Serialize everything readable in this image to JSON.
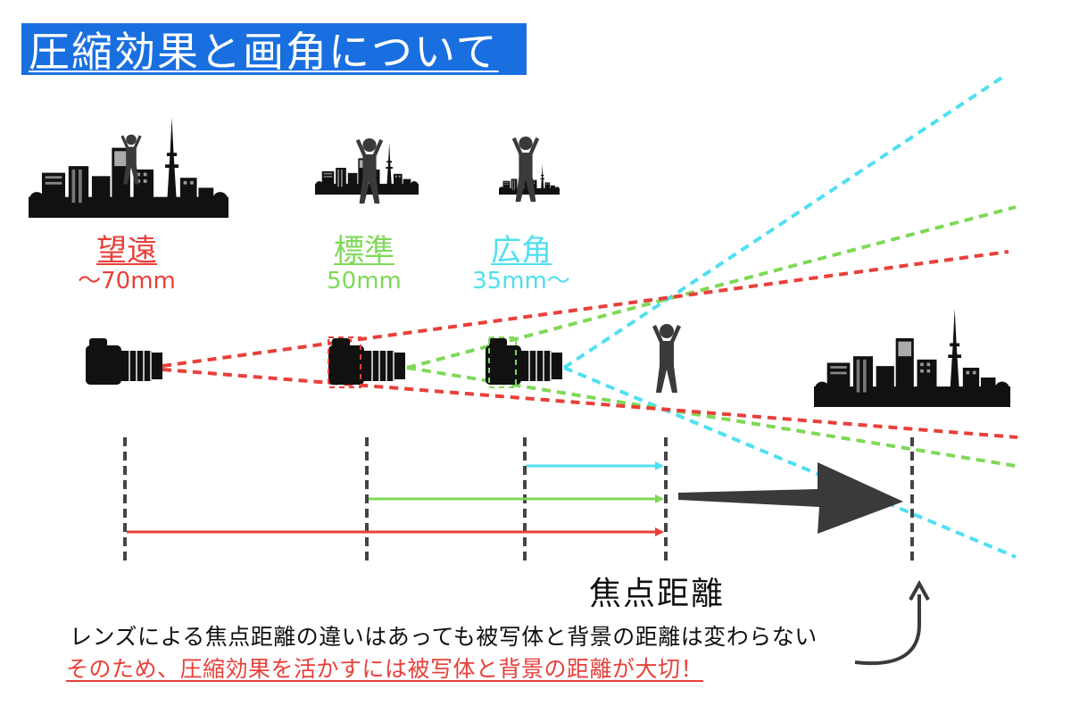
{
  "title": "圧縮効果と画角について",
  "lenses": [
    {
      "name": "望遠",
      "focal": "〜70mm",
      "color": "#e8403a"
    },
    {
      "name": "標準",
      "focal": "50mm",
      "color": "#7ed957"
    },
    {
      "name": "広角",
      "focal": "35mm〜",
      "color": "#4fe0f0"
    }
  ],
  "focal_distance_label": "焦点距離",
  "notes": {
    "line1": "レンズによる焦点距離の違いはあっても被写体と背景の距離は変わらない",
    "line2": "そのため、圧縮効果を活かすには被写体と背景の距離が大切！"
  },
  "colors": {
    "title_bg": "#1a6fe0",
    "telephoto": "#e8403a",
    "standard": "#7ed957",
    "wide": "#4fe0f0",
    "marker": "#444444",
    "big_arrow": "#3a3a3a"
  }
}
